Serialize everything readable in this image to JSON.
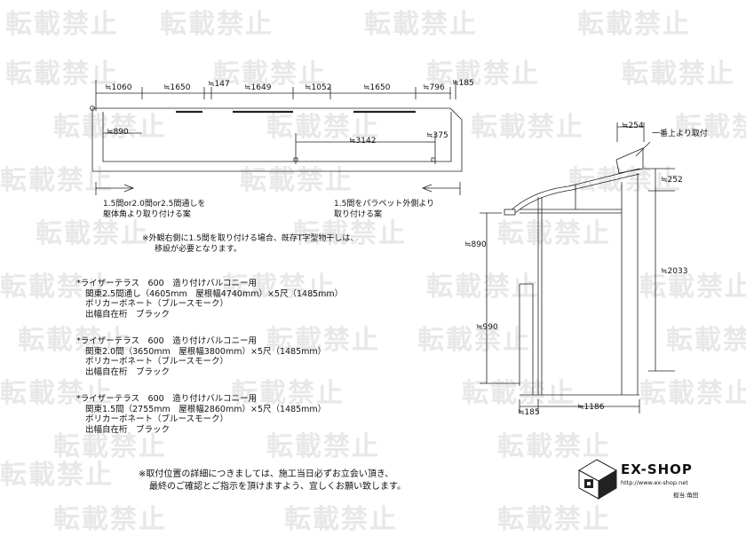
{
  "watermark": "転載禁止",
  "plan_dims": {
    "top": [
      "≒1060",
      "≒1650",
      "≒147",
      "≒1649",
      "≒1052",
      "≒1650",
      "≒796",
      "≒185"
    ],
    "d890": "≒890",
    "d3142": "≒3142",
    "d375": "≒375"
  },
  "left_note": [
    "1.5間or2.0間or2.5間通しを",
    "躯体角より取り付ける案"
  ],
  "right_note": [
    "1.5間をパラペット外側より",
    "取り付ける案"
  ],
  "warning": [
    "※外観右側に1.5間を取り付ける場合、既存T字型物干しは、",
    "移設が必要となります。"
  ],
  "specs": [
    {
      "title": "*ライザーテラス　600　造り付けバルコニー用",
      "lines": [
        "関東2.5間通し（4605mm　屋根幅4740mm）×5尺（1485mm）",
        "ポリカーボネート（ブルースモーク）",
        "出幅自在桁　ブラック"
      ]
    },
    {
      "title": "*ライザーテラス　600　造り付けバルコニー用",
      "lines": [
        "関東2.0間（3650mm　屋根幅3800mm）×5尺（1485mm）",
        "ポリカーボネート（ブルースモーク）",
        "出幅自在桁　ブラック"
      ]
    },
    {
      "title": "*ライザーテラス　600　造り付けバルコニー用",
      "lines": [
        "関東1.5間（2755mm　屋根幅2860mm）×5尺（1485mm）",
        "ポリカーボネート（ブルースモーク）",
        "出幅自在桁　ブラック"
      ]
    }
  ],
  "section_dims": {
    "d254": "≒254",
    "first_label": "一番上より取付",
    "d252": "≒252",
    "d890": "≒890",
    "d2033": "≒2033",
    "d990": "≒990",
    "d185": "≒185",
    "d1186": "≒1186"
  },
  "footer": [
    "※取付位置の詳細につきましては、施工当日必ずお立会い頂き、",
    "最終のご確認とご指示を頂けますよう、宜しくお願い致します。"
  ],
  "logo": {
    "name": "EX-SHOP",
    "url": "http://www.ex-shop.net",
    "staff": "担当:角田"
  }
}
